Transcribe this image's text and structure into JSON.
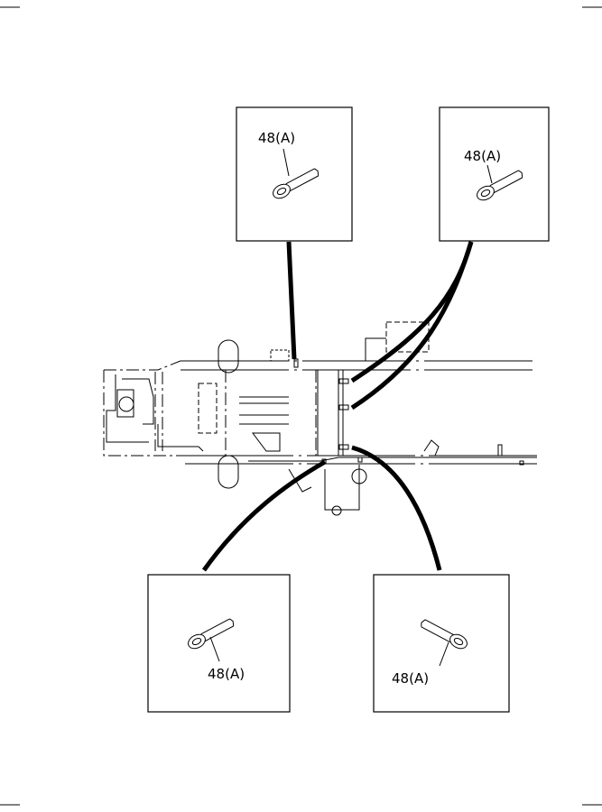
{
  "callouts": [
    {
      "id": "top-left",
      "part_label": "48(A)"
    },
    {
      "id": "top-right",
      "part_label": "48(A)"
    },
    {
      "id": "bottom-left",
      "part_label": "48(A)"
    },
    {
      "id": "bottom-right",
      "part_label": "48(A)"
    }
  ],
  "line_color": "#000000",
  "background": "#ffffff"
}
